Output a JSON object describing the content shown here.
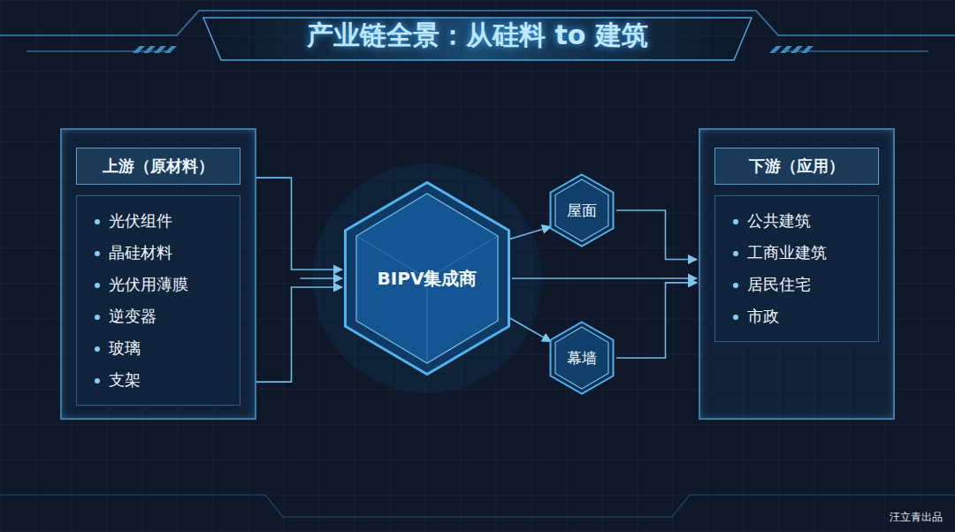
{
  "diagram": {
    "title": "产业链全景：从硅料 to 建筑",
    "nodes": [
      {
        "text": [
          "上游（原材料）",
          "光伏组件",
          "晶硅材料",
          "光伏用薄膜",
          "逆变器",
          "玻璃",
          "支架"
        ]
      },
      {
        "text": [
          "BIPV集成商"
        ]
      },
      {
        "text": [
          "屋面"
        ]
      },
      {
        "text": [
          "幕墙"
        ]
      },
      {
        "text": [
          "下游（应用）",
          "公共建筑",
          "工商业建筑",
          "居民住宅",
          "市政"
        ]
      }
    ],
    "edges": [
      {
        "from": 0,
        "to": 1,
        "arrow": "to"
      },
      {
        "from": 1,
        "to": 2,
        "arrow": "to"
      },
      {
        "from": 1,
        "to": 3,
        "arrow": "to"
      },
      {
        "from": 1,
        "to": 4,
        "arrow": "to"
      },
      {
        "from": 2,
        "to": 4,
        "arrow": "to"
      },
      {
        "from": 3,
        "to": 4,
        "arrow": "to"
      }
    ],
    "labels": [
      "汪立青出品"
    ]
  }
}
